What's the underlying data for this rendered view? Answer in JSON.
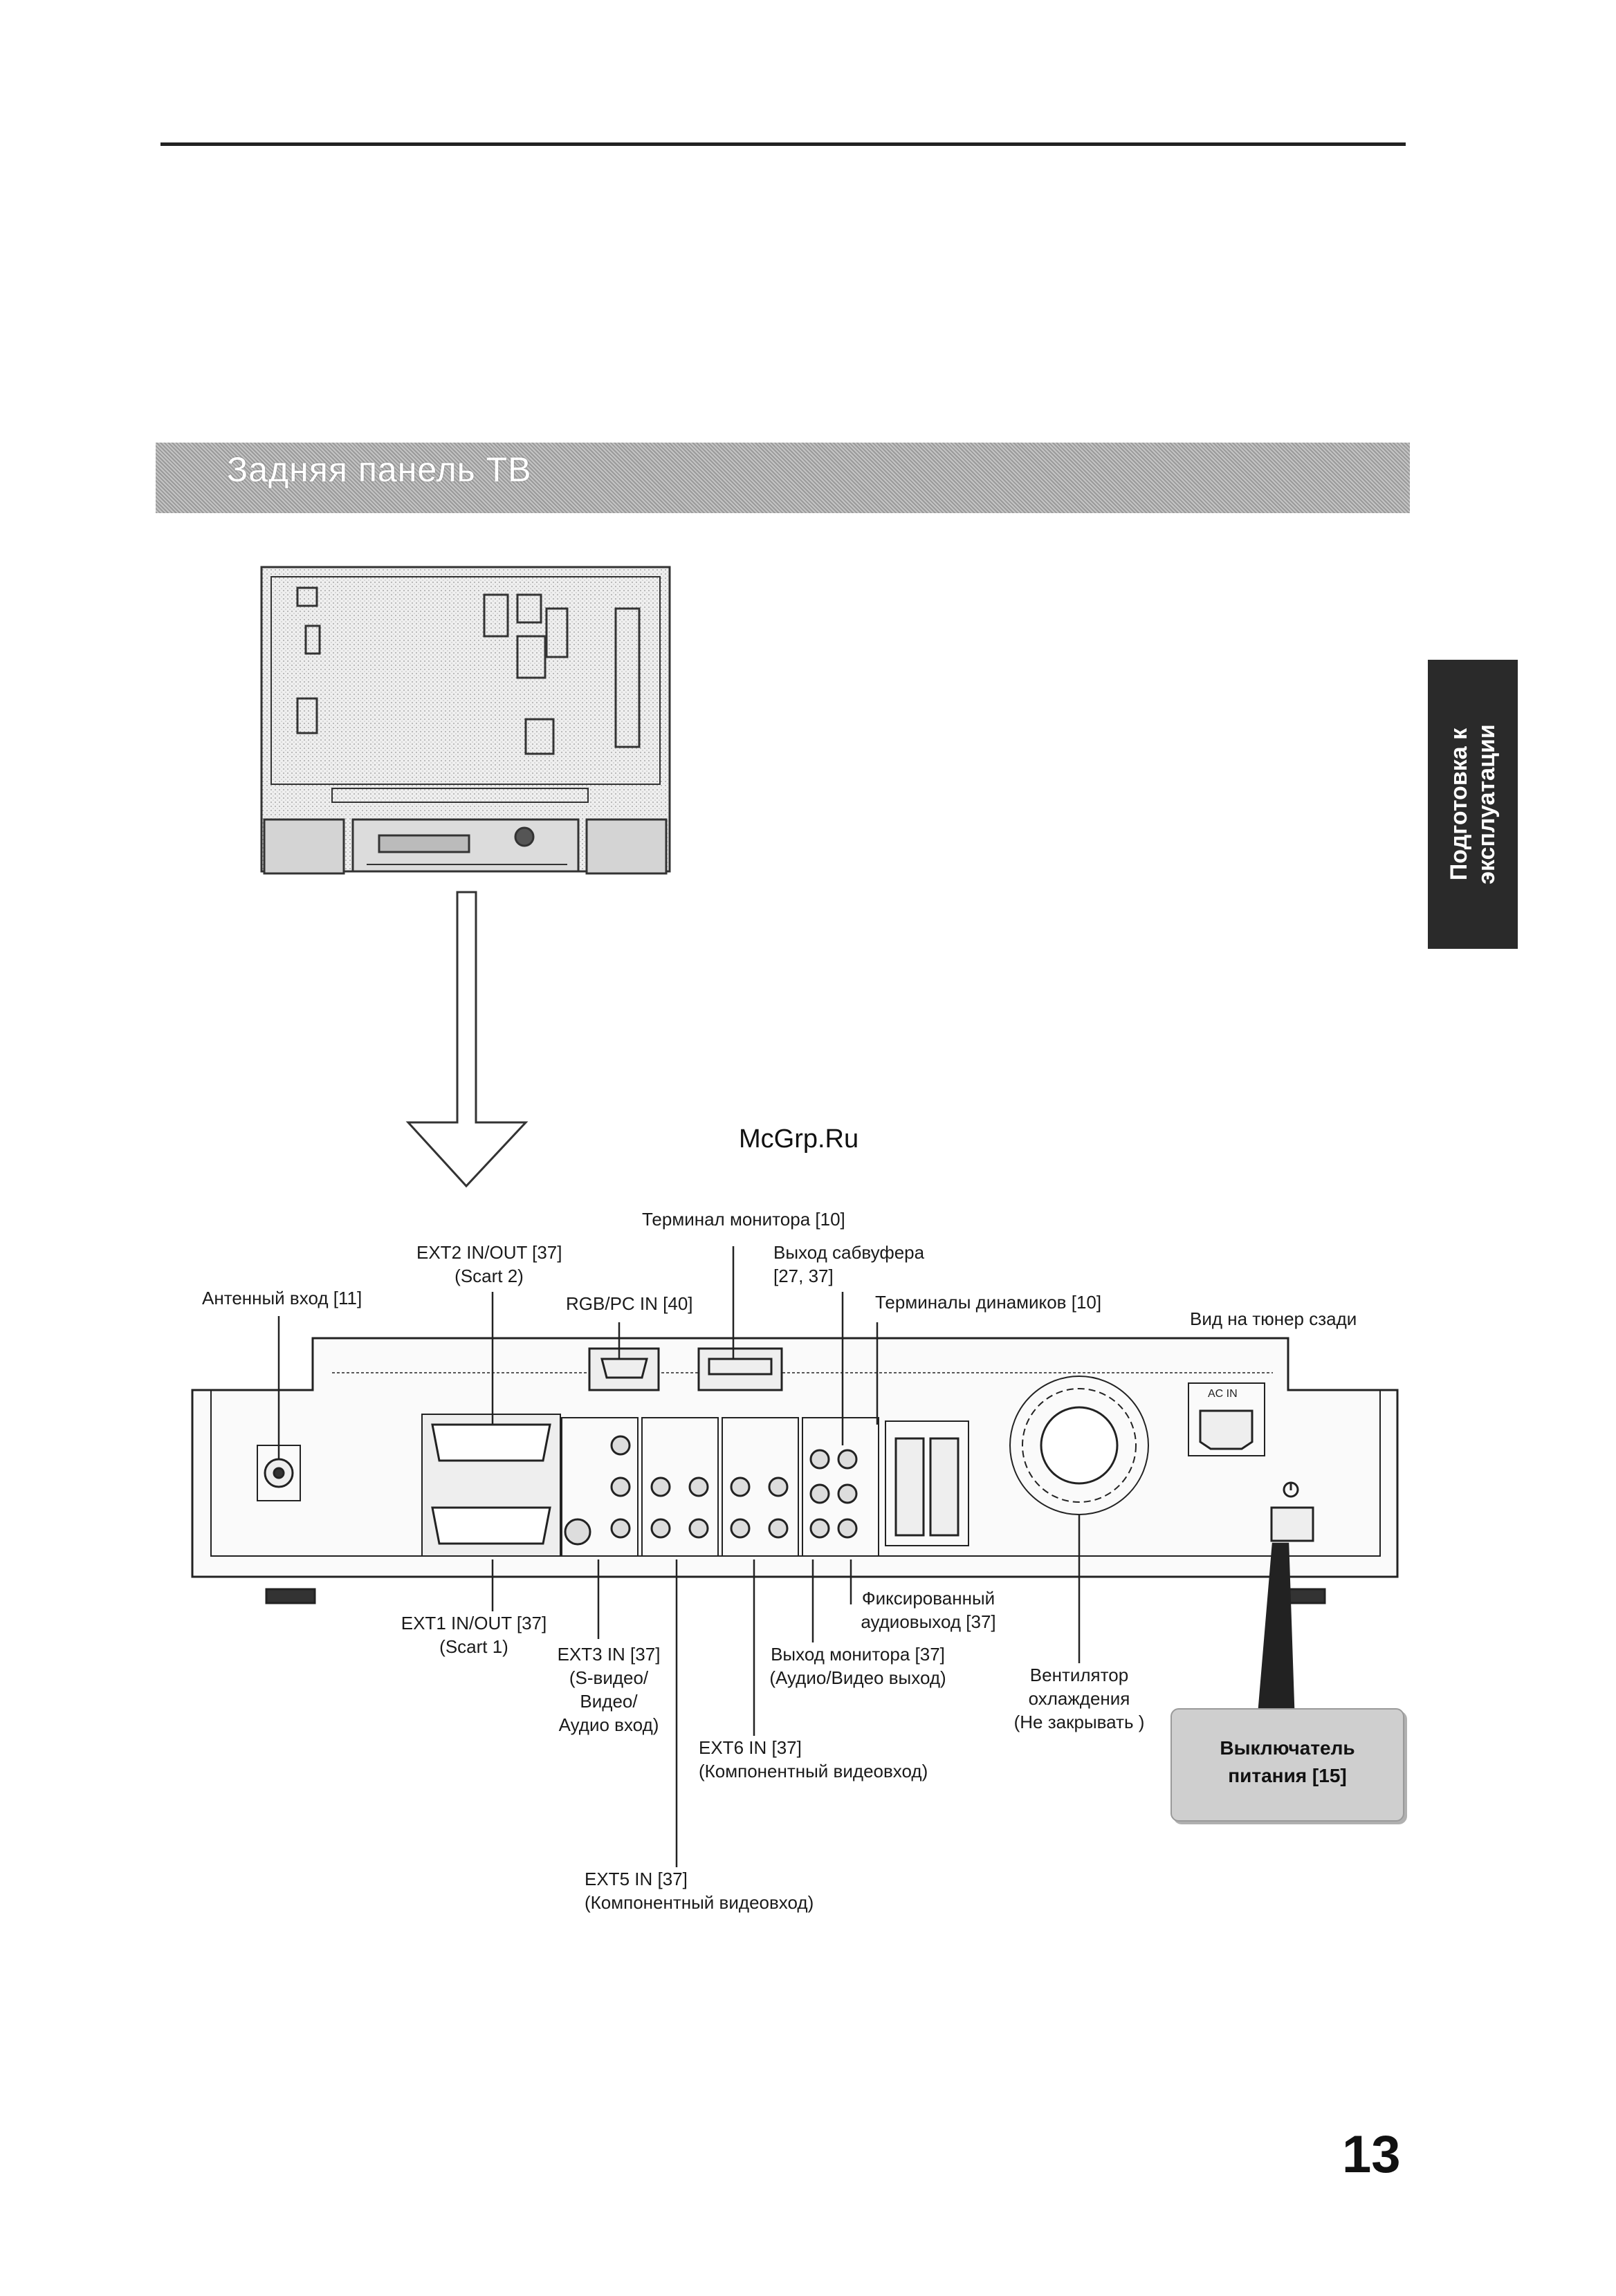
{
  "section": {
    "title": "Задняя панель ТВ"
  },
  "side_tab": {
    "line1": "Подготовка к",
    "line2": "эксплуатации"
  },
  "watermark": "McGrp.Ru",
  "labels": {
    "monitor_terminal": "Терминал монитора [10]",
    "ext2_line1": "EXT2 IN/OUT [37]",
    "ext2_line2": "(Scart 2)",
    "subwoofer_line1": "Выход сабвуфера",
    "subwoofer_line2": "[27, 37]",
    "antenna": "Антенный вход [11]",
    "rgb_pc": "RGB/PC IN [40]",
    "speaker_terminals": "Терминалы динамиков [10]",
    "tuner_rear": "Вид на тюнер сзади",
    "fixed_audio_line1": "Фиксированный",
    "fixed_audio_line2": "аудиовыход [37]",
    "ext1_line1": "EXT1 IN/OUT [37]",
    "ext1_line2": "(Scart 1)",
    "ext3_line1": "EXT3 IN [37]",
    "ext3_line2": "(S-видео/",
    "ext3_line3": "Видео/",
    "ext3_line4": "Аудио вход)",
    "monitor_out_line1": "Выход монитора [37]",
    "monitor_out_line2": "(Аудио/Видео выход)",
    "fan_line1": "Вентилятор",
    "fan_line2": "охлаждения",
    "fan_line3": "(Не закрывать )",
    "ext6_line1": "EXT6 IN [37]",
    "ext6_line2": "(Компонентный видеовход)",
    "ext5_line1": "EXT5 IN [37]",
    "ext5_line2": "(Компонентный видеовход)",
    "power_line1": "Выключатель",
    "power_line2": "питания [15]"
  },
  "panel_marks": {
    "ac_in": "AC IN"
  },
  "page_number": "13"
}
